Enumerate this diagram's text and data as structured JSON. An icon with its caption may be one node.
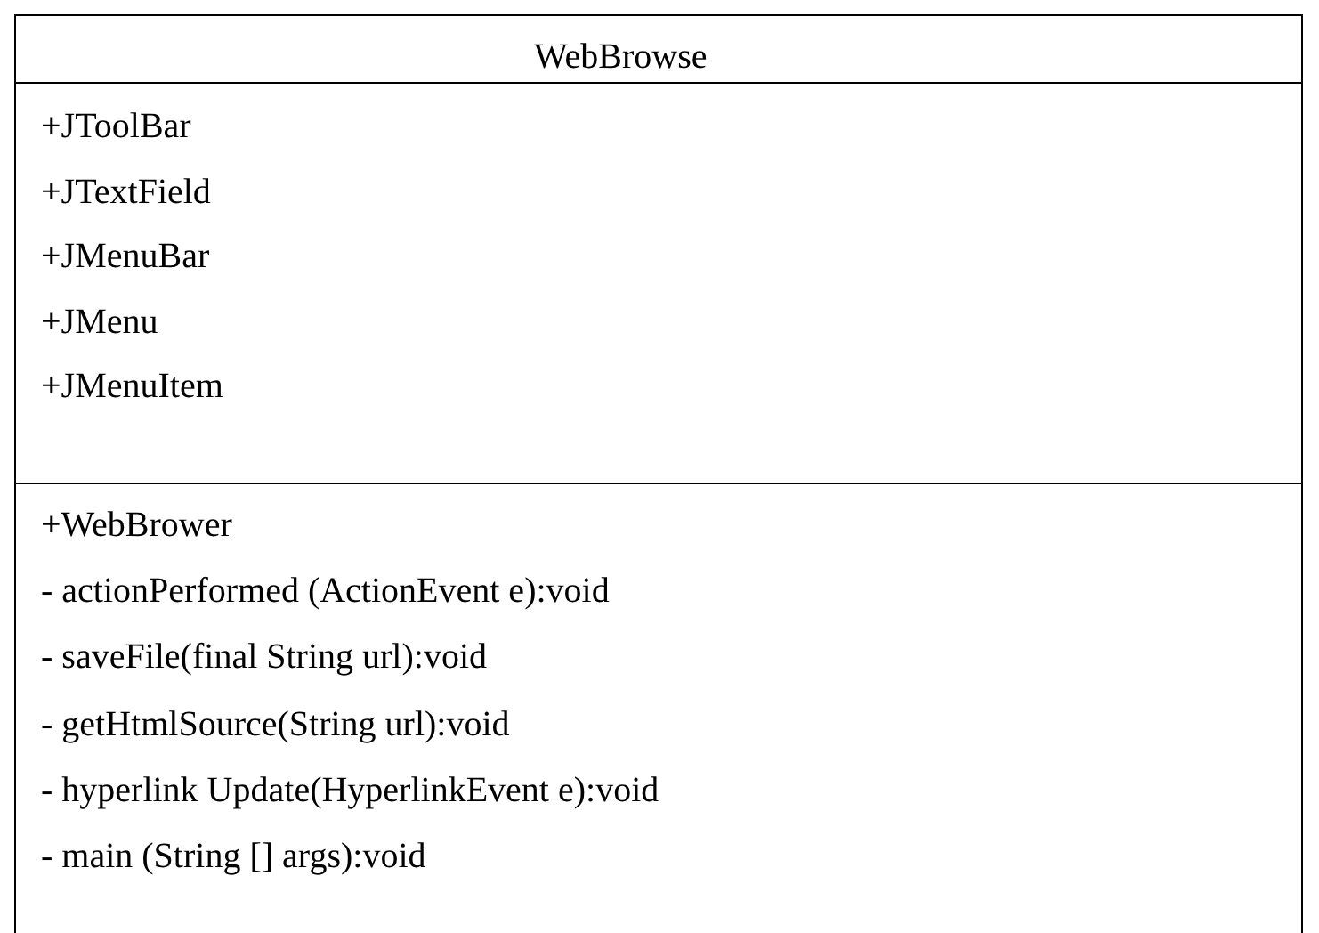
{
  "diagram": {
    "nodes": [
      {
        "text": [
          "WebBrowse",
          "+JToolBar",
          "+JTextField",
          "+JMenuBar",
          "+JMenu",
          "+JMenuItem",
          "+WebBrower",
          "- actionPerformed (ActionEvent e):void",
          "- saveFile(final String url):void",
          "- getHtmlSource(String url):void",
          "- hyperlink Update(HyperlinkEvent e):void",
          "- main (String [] args):void"
        ]
      }
    ]
  }
}
